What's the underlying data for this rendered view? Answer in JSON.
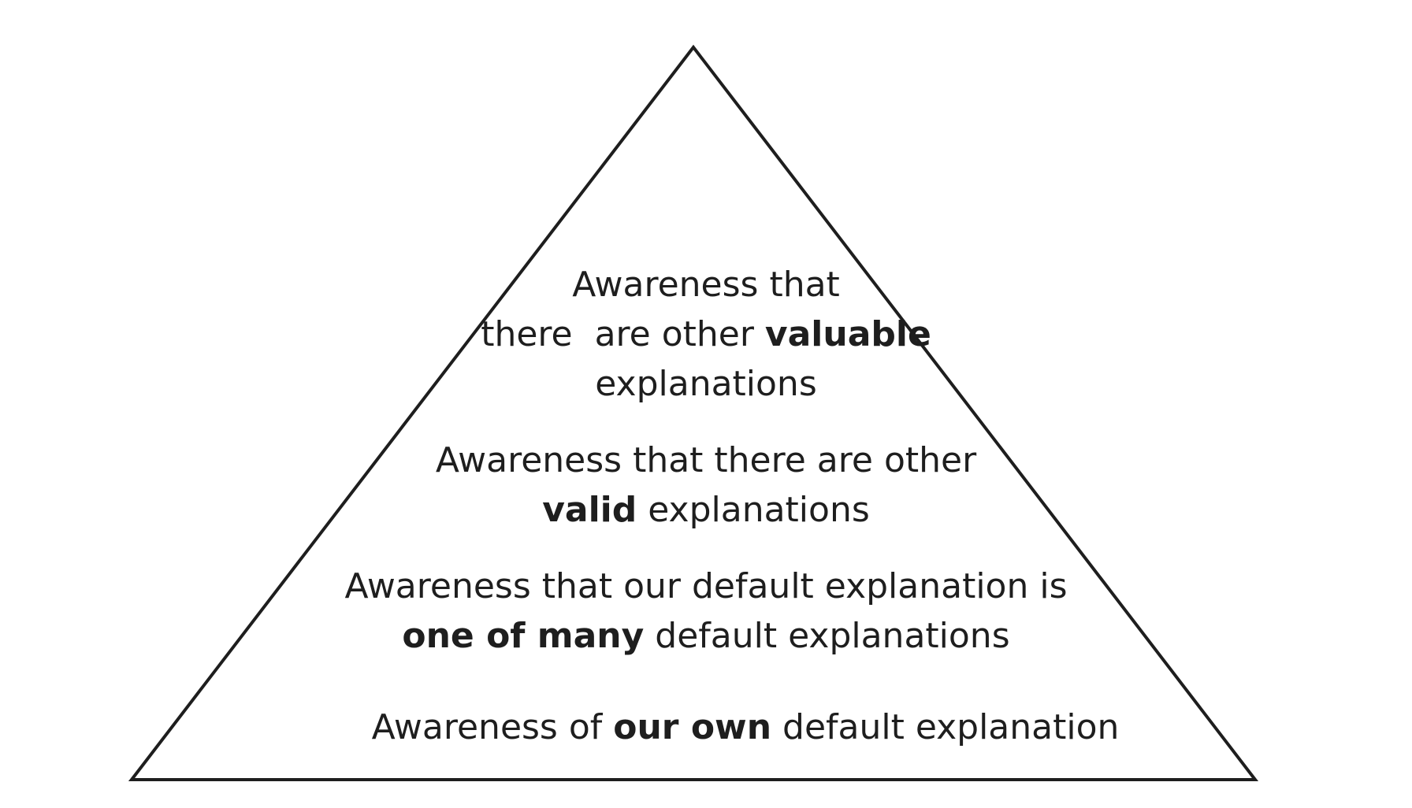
{
  "diagram": {
    "type": "pyramid",
    "stroke_color": "#1e1e1e",
    "text_color": "#1e1e1e",
    "levels": [
      {
        "order": 4,
        "lines": [
          {
            "pre": "Awareness that",
            "bold": "",
            "post": ""
          },
          {
            "pre": "there  are other ",
            "bold": "valuable",
            "post": ""
          },
          {
            "pre": "explanations",
            "bold": "",
            "post": ""
          }
        ]
      },
      {
        "order": 3,
        "lines": [
          {
            "pre": "Awareness that there are other",
            "bold": "",
            "post": ""
          },
          {
            "pre": "",
            "bold": "valid",
            "post": " explanations"
          }
        ]
      },
      {
        "order": 2,
        "lines": [
          {
            "pre": "Awareness that our default explanation is",
            "bold": "",
            "post": ""
          },
          {
            "pre": "",
            "bold": "one of many",
            "post": " default explanations"
          }
        ]
      },
      {
        "order": 1,
        "lines": [
          {
            "pre": "Awareness of ",
            "bold": "our own",
            "post": " default explanation"
          }
        ]
      }
    ]
  }
}
